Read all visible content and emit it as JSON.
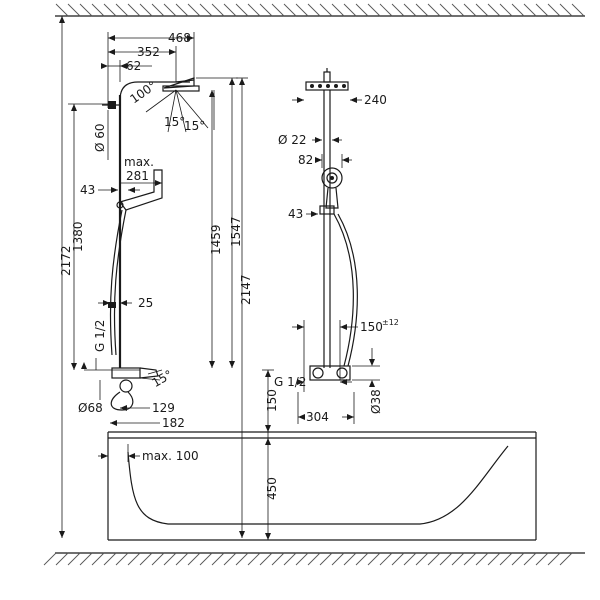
{
  "side_view": {
    "dim_468": "468",
    "dim_352": "352",
    "dim_62": "62",
    "dim_100": "100°",
    "dim_15a": "15°",
    "dim_15b": "15°",
    "dim_d60": "Ø 60",
    "dim_max": "max.",
    "dim_281": "281",
    "dim_43": "43",
    "dim_1380": "1380",
    "dim_1459": "1459",
    "dim_1547": "1547",
    "dim_2147": "2147",
    "dim_2172": "2172",
    "dim_25": "25",
    "dim_g12": "G 1/2",
    "dim_15c": "15°",
    "dim_d68": "Ø68",
    "dim_129": "129",
    "dim_182": "182",
    "dim_150": "150",
    "dim_450": "450",
    "dim_max100": "max. 100"
  },
  "front_view": {
    "dim_240": "240",
    "dim_d22": "Ø 22",
    "dim_82": "82",
    "dim_43": "43",
    "dim_150": "150",
    "dim_150_tol": "±12",
    "dim_g12": "G 1/2",
    "dim_304": "304",
    "dim_d38": "Ø38"
  }
}
